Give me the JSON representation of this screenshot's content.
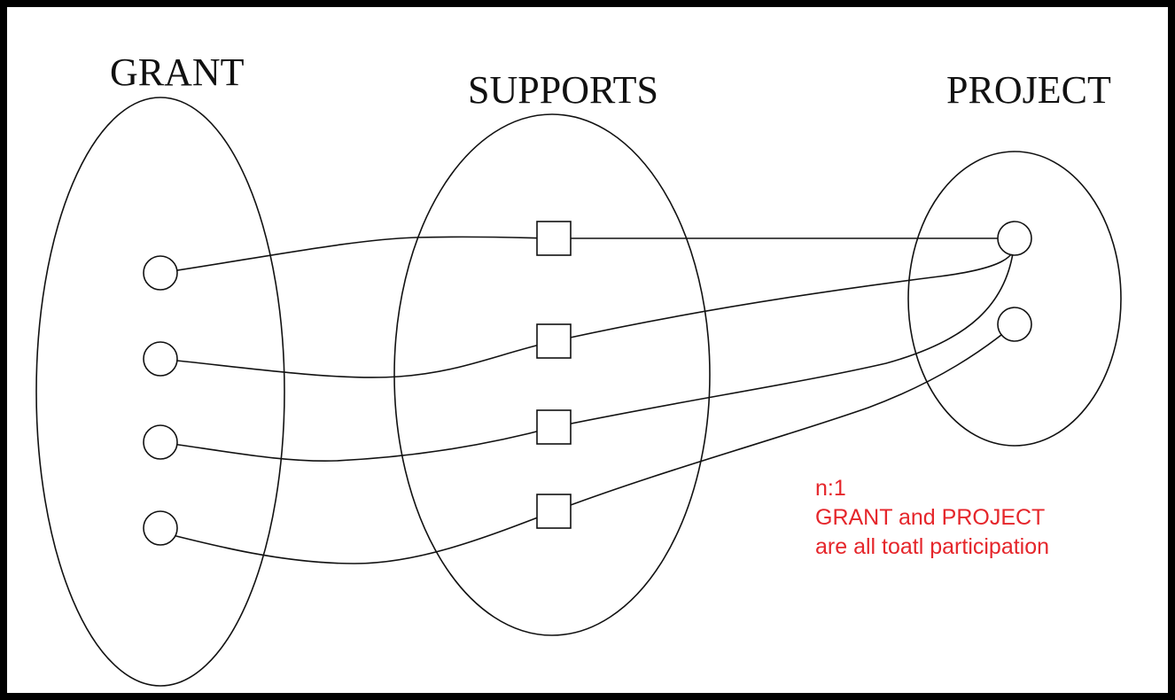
{
  "sets": {
    "grant": {
      "title": "GRANT"
    },
    "supports": {
      "title": "SUPPORTS"
    },
    "project": {
      "title": "PROJECT"
    }
  },
  "annotation": {
    "lines": [
      "n:1",
      "GRANT and PROJECT",
      "are all toatl participation"
    ],
    "color": "#e5262b"
  },
  "relationships": [
    {
      "grant_instance": 1,
      "supports_instance": 1,
      "project_instance": 1
    },
    {
      "grant_instance": 2,
      "supports_instance": 2,
      "project_instance": 1
    },
    {
      "grant_instance": 3,
      "supports_instance": 3,
      "project_instance": 1
    },
    {
      "grant_instance": 4,
      "supports_instance": 4,
      "project_instance": 2
    }
  ]
}
